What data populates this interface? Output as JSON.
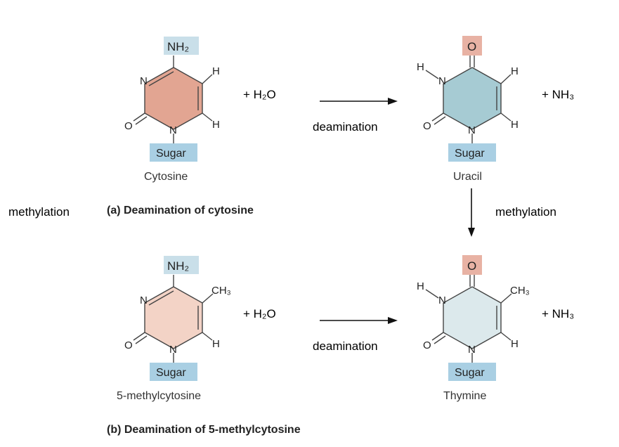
{
  "colors": {
    "cytosine_ring": "#e2a592",
    "methylcytosine_ring": "#f3d3c6",
    "uracil_ring": "#a6cbd3",
    "thymine_ring": "#dce9ec",
    "sugar_box": "#a9cfe3",
    "amine_box": "#c9dfe9",
    "oxygen_box": "#e8b2a4"
  },
  "panel_a": {
    "caption": "(a) Deamination of cytosine",
    "reactant_name": "Cytosine",
    "product_name": "Uracil",
    "reagent": "+ H₂O",
    "byproduct": "+ NH₃",
    "arrow_label": "deamination"
  },
  "panel_b": {
    "caption": "(b) Deamination of 5-methylcytosine",
    "reactant_name": "5-methylcytosine",
    "product_name": "Thymine",
    "reagent": "+ H₂O",
    "byproduct": "+ NH₃",
    "arrow_label": "deamination"
  },
  "side_labels": {
    "left": "methylation",
    "right": "methylation"
  },
  "atoms": {
    "amine": "NH₂",
    "oxygen": "O",
    "nitrogen": "N",
    "hydrogen": "H",
    "methyl": "CH₃",
    "sugar": "Sugar"
  }
}
